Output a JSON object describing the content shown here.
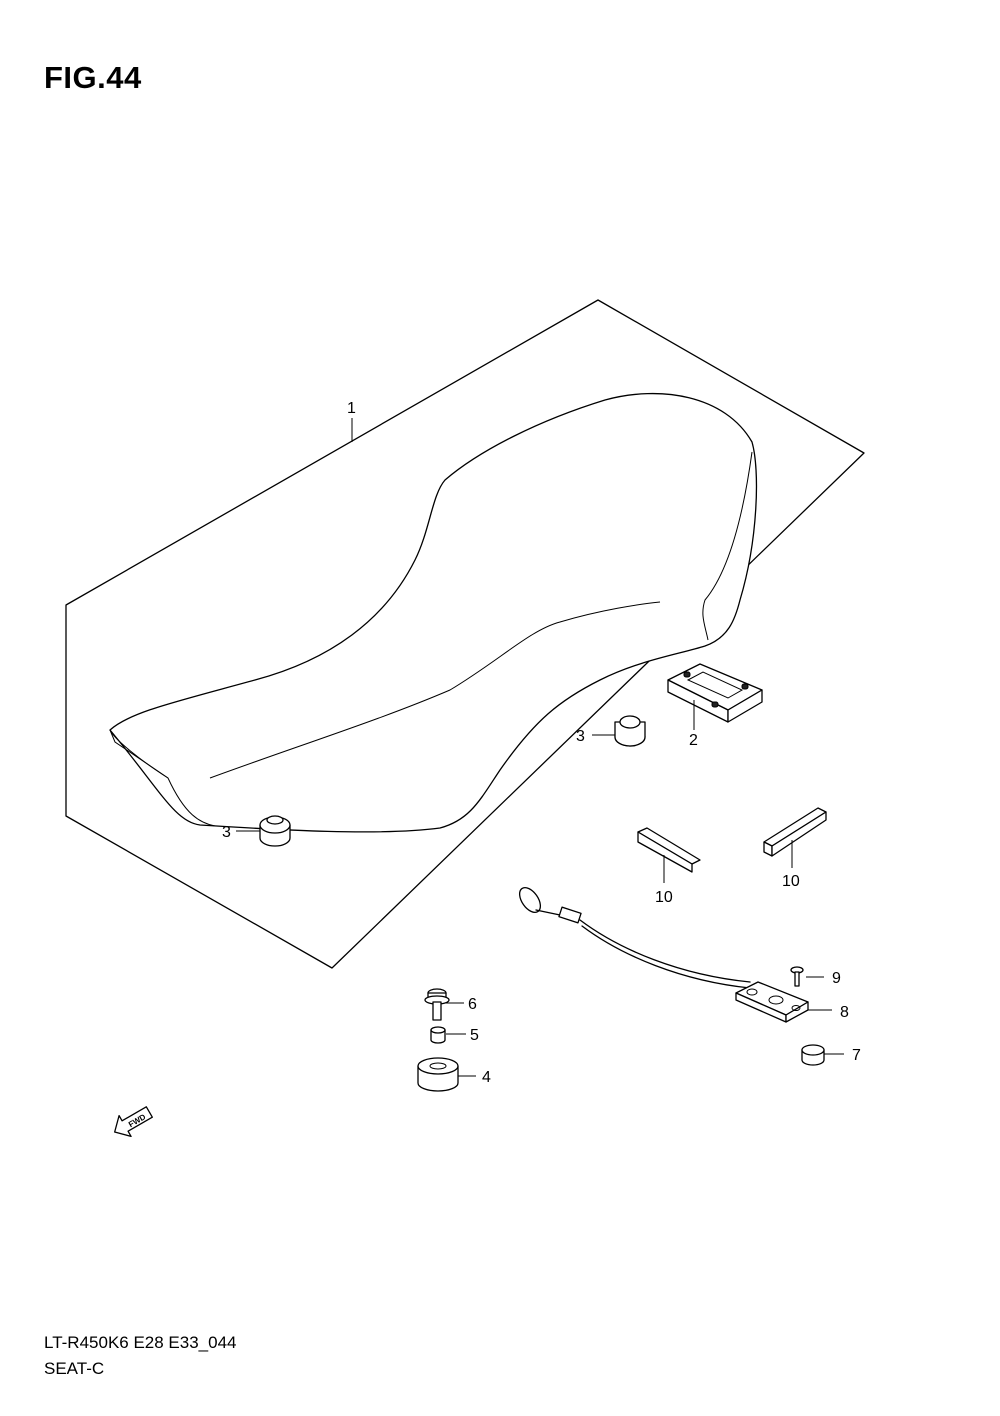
{
  "figure": {
    "title": "FIG.44",
    "model_code": "LT-R450K6 E28 E33_044",
    "section_name": "SEAT-C"
  },
  "callouts": {
    "c1": "1",
    "c2": "2",
    "c3a": "3",
    "c3b": "3",
    "c4": "4",
    "c5": "5",
    "c6": "6",
    "c7": "7",
    "c8": "8",
    "c9": "9",
    "c10a": "10",
    "c10b": "10"
  },
  "fwd_arrow": {
    "label": "FWD",
    "icon": "fwd-arrow-icon"
  }
}
